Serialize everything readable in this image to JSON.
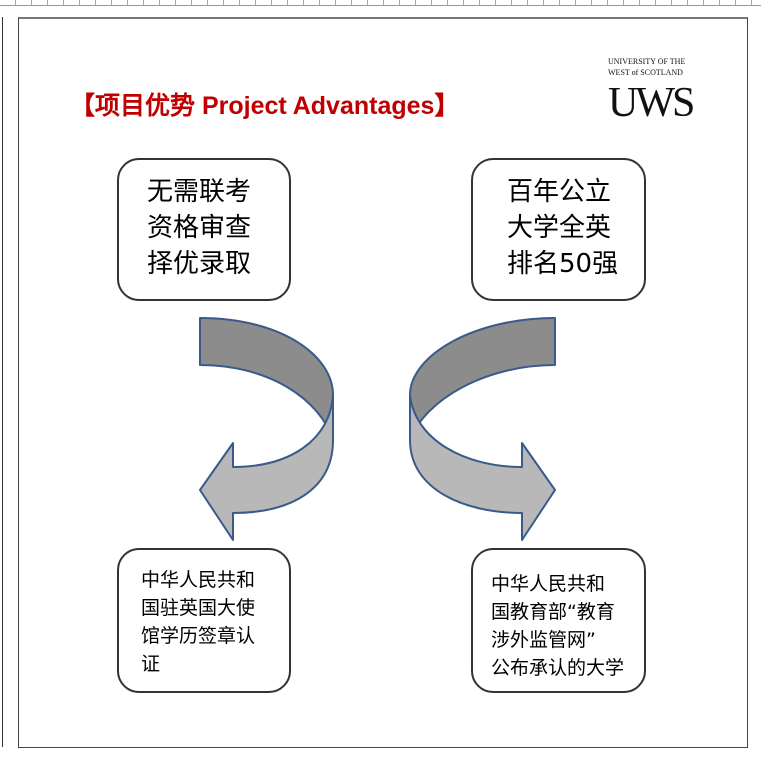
{
  "title": "【项目优势  Project Advantages】",
  "logo": {
    "line1": "UNIVERSITY OF THE",
    "line2": "WEST of SCOTLAND",
    "mark": "UWS"
  },
  "boxes": {
    "top_left": [
      "无需联考",
      "资格审查",
      "择优录取"
    ],
    "top_right": [
      "百年公立",
      "大学全英",
      "排名50强"
    ],
    "bottom_left": [
      "中华人民共和",
      "国驻英国大使",
      "馆学历签章认",
      "证"
    ],
    "bottom_right": [
      "中华人民共和",
      "国教育部“教育",
      "涉外监管网”",
      "公布承认的大学"
    ]
  },
  "colors": {
    "title": "#c00000",
    "arrow_dark": "#8c8c8c",
    "arrow_light": "#b8b8b8",
    "arrow_stroke": "#3a5a8a"
  }
}
